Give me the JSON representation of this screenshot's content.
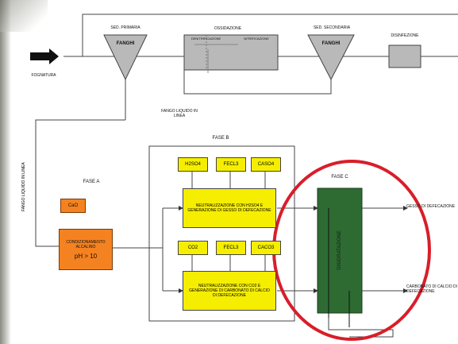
{
  "top": {
    "sed_primaria": "SED. PRIMARIA",
    "fanghi_1": "FANGHI",
    "ossidazione": "OSSIDAZIONE",
    "denitrificazione": "DENITRIFICAZIONE",
    "nitrificazione": "NITRIFICAZIONE",
    "sed_secondaria": "SED. SECONDARIA",
    "fanghi_2": "FANGHI",
    "disinfezione": "DISINFEZIONE",
    "fognatura": "FOGNATURA",
    "fango_liquido_linea": "FANGO LIQUIDO IN LINEA",
    "fango_liquido_linea_left": "FANGO LIQUIDO IN LINEA"
  },
  "fase_a": {
    "title": "FASE A",
    "cao": "CaO",
    "condizionamento": "CONDIZIONAMENTO ALCALINO",
    "ph": "pH > 10"
  },
  "fase_b": {
    "title": "FASE B",
    "reagents_top": [
      "H2SO4",
      "FeCl3",
      "CaSO4"
    ],
    "reagents_bottom": [
      "CO2",
      "FeCl3",
      "CaCO3"
    ],
    "neutral_1": "NEUTRALIZZAZIONE CON H2SO4 E GENERAZIONE DI GESSO DI DEFECAZIONE",
    "neutral_2": "NEUTRALIZZAZIONE CON CO2 E GENERAZIONE DI CARBONATO DI CALCIO DI DEFECAZIONE"
  },
  "fase_c": {
    "title": "FASE C",
    "disidratazione": "DISIDRATAZIONE"
  },
  "outputs": {
    "gesso": "GESSO DI DEFECAZIONE",
    "carbonato": "CARBONATO DI CALCIO DI DEFECAZIONE"
  },
  "colors": {
    "yellow": "#f5ee00",
    "orange": "#f58220",
    "green": "#2e6b33",
    "highlight": "#d81e2a",
    "tank_grey": "#b9b9b9"
  }
}
